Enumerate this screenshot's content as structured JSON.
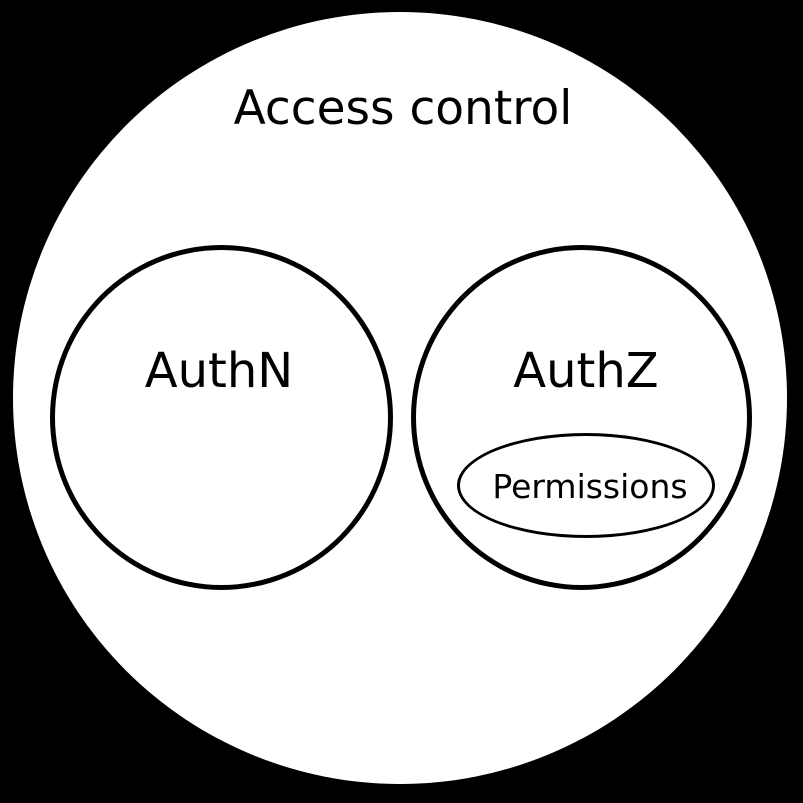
{
  "diagram": {
    "type": "euler-venn",
    "title": "Access control",
    "colors": {
      "background": "#000000",
      "outer_set_fill": "#ffffff",
      "stroke": "#000000",
      "text": "#000000"
    },
    "outer_set": {
      "label": "Access control"
    },
    "sets": [
      {
        "label": "AuthN",
        "children": []
      },
      {
        "label": "AuthZ",
        "children": [
          {
            "label": "Permissions"
          }
        ]
      }
    ]
  }
}
